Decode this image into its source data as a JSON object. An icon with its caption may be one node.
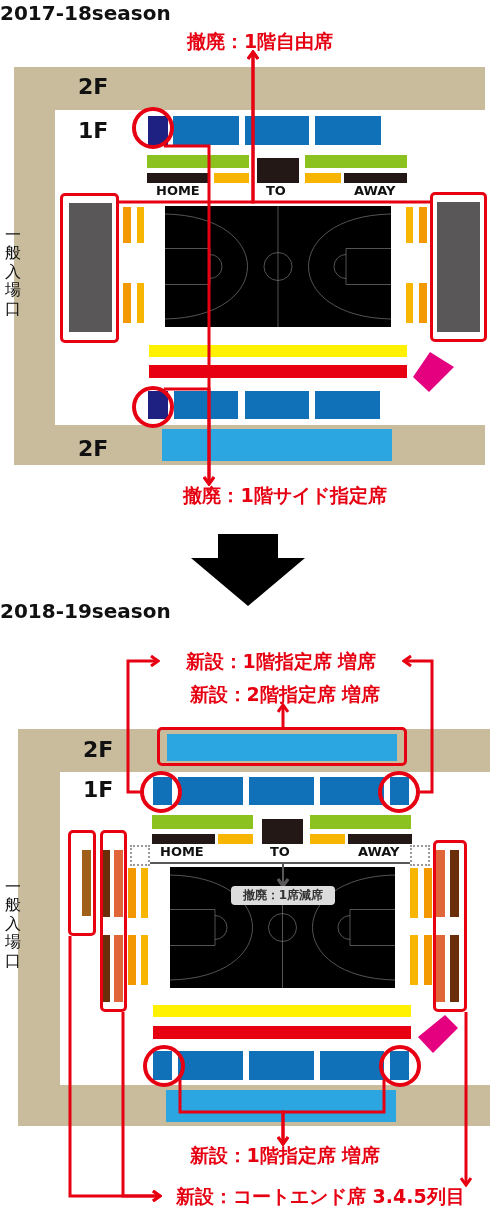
{
  "diagram": {
    "nodes": [
      {
        "text": [
          "撤廃：1階自由席"
        ]
      },
      {
        "text": [
          "撤廃：1階サイド指定席"
        ]
      },
      {
        "text": [],
        "shape": "circle"
      },
      {
        "text": [],
        "shape": "circle"
      },
      {
        "text": [],
        "shape": "box"
      },
      {
        "text": [],
        "shape": "box"
      },
      {
        "text": [
          "新設：1階指定席 増席"
        ]
      },
      {
        "text": [
          "新設：2階指定席 増席"
        ]
      },
      {
        "text": [],
        "shape": "box"
      },
      {
        "text": [],
        "shape": "circle"
      },
      {
        "text": [],
        "shape": "circle"
      },
      {
        "text": [],
        "shape": "box"
      },
      {
        "text": [],
        "shape": "box"
      },
      {
        "text": [],
        "shape": "box"
      },
      {
        "text": [
          "撤廃：1席減席"
        ]
      },
      {
        "text": [],
        "shape": "box"
      },
      {
        "text": [],
        "shape": "box"
      },
      {
        "text": [],
        "shape": "circle"
      },
      {
        "text": [],
        "shape": "circle"
      },
      {
        "text": [
          "新設：1階指定席 増席"
        ]
      },
      {
        "text": [
          "新設：コートエンド席 3.4.5列目"
        ]
      }
    ],
    "edges": [
      {
        "from": 4,
        "to": 0,
        "arrow": "to"
      },
      {
        "from": 5,
        "to": 0,
        "arrow": "to"
      },
      {
        "from": 2,
        "to": 1,
        "arrow": "to"
      },
      {
        "from": 3,
        "to": 1,
        "arrow": "to"
      },
      {
        "from": 9,
        "to": 6,
        "arrow": "to"
      },
      {
        "from": 10,
        "to": 6,
        "arrow": "to"
      },
      {
        "from": 8,
        "to": 7,
        "arrow": "to"
      },
      {
        "from": 11,
        "to": 20,
        "arrow": "to"
      },
      {
        "from": 12,
        "to": 20,
        "arrow": "to"
      },
      {
        "from": 13,
        "to": 20,
        "arrow": "to"
      },
      {
        "from": 15,
        "to": 14,
        "arrow": "to",
        "color": "#595757"
      },
      {
        "from": 16,
        "to": 14,
        "arrow": "to",
        "color": "#595757"
      },
      {
        "from": 17,
        "to": 19,
        "arrow": "to"
      },
      {
        "from": 18,
        "to": 19,
        "arrow": "to"
      }
    ],
    "labels": [
      "2017-18season",
      "2F",
      "1F",
      "HOME",
      "TO",
      "AWAY",
      "一般入場口",
      "2F",
      "2018-19season",
      "2F",
      "1F",
      "HOME",
      "TO",
      "AWAY",
      "一般入場口"
    ]
  }
}
